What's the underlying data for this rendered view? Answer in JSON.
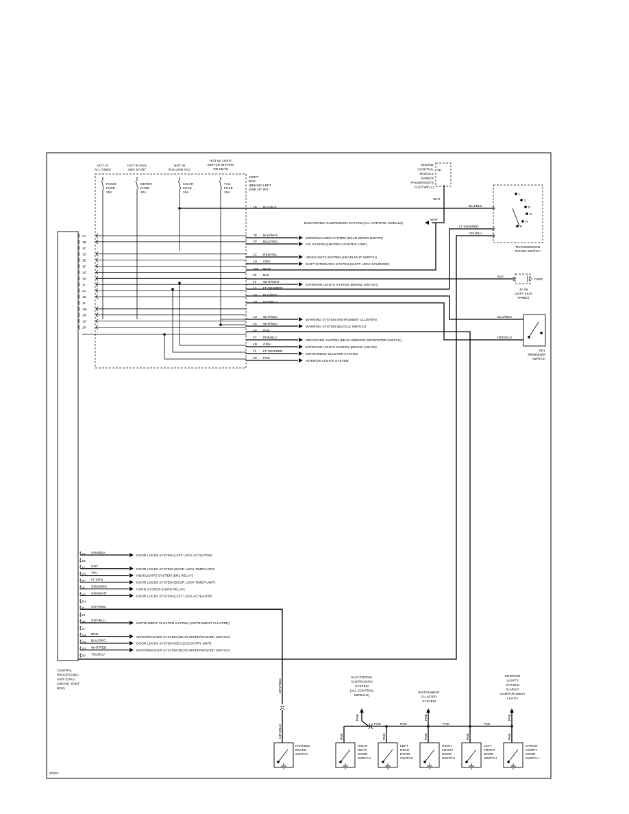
{
  "fuse_headers": [
    {
      "text": [
        "HOT AT",
        "ALL TIMES"
      ]
    },
    {
      "text": [
        "HOT IN RUN",
        "AND START"
      ]
    },
    {
      "text": [
        "HOT IN",
        "RUN AND ACC"
      ]
    },
    {
      "text": [
        "HOT W/ LIGHT",
        "SWITCH IN PARK",
        "OR HEAD"
      ]
    }
  ],
  "fuses": [
    {
      "text": [
        "ROOM",
        "FUSE",
        "15A"
      ]
    },
    {
      "text": [
        "METER",
        "FUSE",
        "10A"
      ]
    },
    {
      "text": [
        "CIGAR",
        "FUSE",
        "15A"
      ]
    },
    {
      "text": [
        "TAIL",
        "FUSE",
        "15A"
      ]
    }
  ],
  "joint_box_label": [
    "JOINT",
    "BOX",
    "(BEHIND LEFT",
    "SIDE OF I/P)"
  ],
  "ecm_label": [
    "ENGINE",
    "CONTROL",
    "MODULE",
    "(UNDER",
    "PASSENGER'S",
    "FOOTWELL)"
  ],
  "ecm_pin": "7P",
  "ecm_wire": "WHT",
  "transmission_label": [
    "TRANSMISSION",
    "RANGE SWITCH"
  ],
  "transmission_positions": [
    "L",
    "2",
    "D",
    "N",
    "R",
    "P"
  ],
  "g200_label": [
    "JC-05",
    "(LEFT KICK",
    "PANEL)"
  ],
  "g200_ground": "G200",
  "g200_wire": "BLK",
  "key_switch_label": [
    "KEY",
    "REMINDER",
    "SWITCH"
  ],
  "cpu_label": [
    "CENTRAL",
    "PROCESSING",
    "UNIT (CPU)",
    "(ABOVE JOINT",
    "BOX)"
  ],
  "cpu_pins_upper": [
    "1A",
    "1B",
    "1C",
    "1D",
    "1E",
    "1F",
    "1G",
    "1H",
    "1I",
    "1J",
    "1K",
    "1L",
    "1M",
    "1N",
    "1O",
    "1P"
  ],
  "jb_pins": [
    {
      "pin": "1B",
      "wire": "BLU/BLK",
      "dest": ""
    },
    {
      "pin": "",
      "wire": "",
      "dest": "ELECTRONIC SUSPENSION SYSTEM (ALL CONTROL MODULE)"
    },
    {
      "pin": "7B",
      "wire": "BLK/WHT",
      "dest": "WIPER/WASHER SYSTEM (REAR WIPER MOTOR)"
    },
    {
      "pin": "7P",
      "wire": "BLU/ORG",
      "dest": "A/C SYSTEM (HEATER CONTROL UNIT)"
    },
    {
      "pin": "1C",
      "wire": "RED/YEL",
      "dest": "HEADLIGHTS SYSTEM (HEADLIGHT SWITCH)"
    },
    {
      "pin": "1D",
      "wire": "ORG",
      "dest": "SHIFT INTERLOCK SYSTEM (SHIFT LOCK SOLENOID)"
    },
    {
      "pin": "10E",
      "wire": "WHT",
      "dest": ""
    },
    {
      "pin": "3F",
      "wire": "BLK",
      "dest": ""
    },
    {
      "pin": "1F",
      "wire": "WHT/GRN",
      "dest": "EXTERIOR LIGHTS SYSTEM (BRAKE SWITCH)"
    },
    {
      "pin": "1J",
      "wire": "LT GRN/RED",
      "dest": ""
    },
    {
      "pin": "1S",
      "wire": "BLU/RED",
      "dest": ""
    },
    {
      "pin": "1N",
      "wire": "RED/BLU",
      "dest": ""
    },
    {
      "pin": "1U",
      "wire": "WHT/BLK",
      "dest": "WARNING SYSTEM (INSTRUMENT CLUSTER)"
    },
    {
      "pin": "4C",
      "wire": "WHT/BLK",
      "dest": "WARNING SYSTEM (BUCKLE SWITCH)"
    },
    {
      "pin": "4R",
      "wire": "PNK",
      "dest": ""
    },
    {
      "pin": "4T",
      "wire": "PNK/BLU",
      "dest": "DEFOGGER SYSTEM (REAR WINDOW DEFROSTER SWITCH)"
    },
    {
      "pin": "4D",
      "wire": "GRN",
      "dest": "EXTERIOR LIGHTS SYSTEM (BRAKE LIGHTS)"
    },
    {
      "pin": "7L",
      "wire": "LT GRN/RED",
      "dest": "INSTRUMENT CLUSTER SYSTEM"
    },
    {
      "pin": "3C",
      "wire": "PNK",
      "dest": "INTERIOR LIGHTS SYSTEM"
    }
  ],
  "right_wires": {
    "blublk": "BLU/BLK",
    "ltgrnred": "LT GRN/RED",
    "yelblu": "YEL/BLU",
    "blured": "BLU/RED",
    "redblu": "RED/BLU"
  },
  "cpu_pins_lower": [
    {
      "pin": "2A",
      "wire": "GRN/BLK",
      "dest": "DOOR LOCKS SYSTEM (LEFT LOCK ACTUATOR)"
    },
    {
      "pin": "2B",
      "wire": "",
      "dest": ""
    },
    {
      "pin": "2C",
      "wire": "GRY",
      "dest": "DOOR LOCKS SYSTEM (DOOR LOCK TIMER UNIT)"
    },
    {
      "pin": "2D",
      "wire": "YEL",
      "dest": "HEADLIGHTS SYSTEM (DRL RELAY)"
    },
    {
      "pin": "2E",
      "wire": "LT GRN",
      "dest": "DOOR LOCKS SYSTEM (DOOR LOCK TIMER UNIT)"
    },
    {
      "pin": "2F",
      "wire": "GRN/ORG",
      "dest": "HORN SYSTEM (HORN RELAY)"
    },
    {
      "pin": "2G",
      "wire": "GRN/WHT",
      "dest": "DOOR LOCKS SYSTEM (LEFT LOCK ACTUATOR)"
    },
    {
      "pin": "2H",
      "wire": "",
      "dest": ""
    },
    {
      "pin": "2I",
      "wire": "GRY/RED",
      "dest": ""
    },
    {
      "pin": "2J",
      "wire": "",
      "dest": ""
    },
    {
      "pin": "2K",
      "wire": "GRY/BLU",
      "dest": "INSTRUMENT CLUSTER SYSTEM (INSTRUMENT CLUSTER)"
    },
    {
      "pin": "2L",
      "wire": "",
      "dest": ""
    },
    {
      "pin": "2M",
      "wire": "BRN",
      "dest": "WIPER/WASHER SYSTEM (REAR WIPER/WASHER SWITCH)"
    },
    {
      "pin": "2N",
      "wire": "BLU/ORG",
      "dest": "DOOR LOCKS SYSTEM (KEYLESS ENTRY UNIT)"
    },
    {
      "pin": "2O",
      "wire": "WHT/RED",
      "dest": "WIPER/WASHER SYSTEM (REAR WIPER/WASHER SWITCH)"
    },
    {
      "pin": "2P",
      "wire": "YEL/BLU",
      "dest": ""
    }
  ],
  "gryred_vertical": "GRY/RED",
  "grybl_vertical": "GRY/BLU",
  "parking_brake_label": [
    "PARKING",
    "BRAKE",
    "SWITCH"
  ],
  "top_modules": [
    {
      "text": [
        "ELECTRONIC",
        "SUSPENSION",
        "SYSTEM",
        "(ALL CONTROL",
        "MODULE)"
      ]
    },
    {
      "text": [
        "INSTRUMENT",
        "CLUSTER",
        "SYSTEM"
      ]
    },
    {
      "text": [
        "INTERIOR",
        "LIGHTS",
        "SYSTEM",
        "(CARGO",
        "COMPARTMENT",
        "LIGHT)"
      ]
    }
  ],
  "door_switches": [
    {
      "text": [
        "RIGHT",
        "REAR",
        "DOOR",
        "SWITCH"
      ]
    },
    {
      "text": [
        "LEFT",
        "REAR",
        "DOOR",
        "SWITCH"
      ]
    },
    {
      "text": [
        "RIGHT",
        "FRONT",
        "DOOR",
        "SWITCH"
      ]
    },
    {
      "text": [
        "LEFT",
        "FRONT",
        "DOOR",
        "SWITCH"
      ]
    },
    {
      "text": [
        "CARGO",
        "COMPT",
        "DOOR",
        "SWITCH"
      ]
    }
  ],
  "pnk": "PNK",
  "figure_number": "97634"
}
